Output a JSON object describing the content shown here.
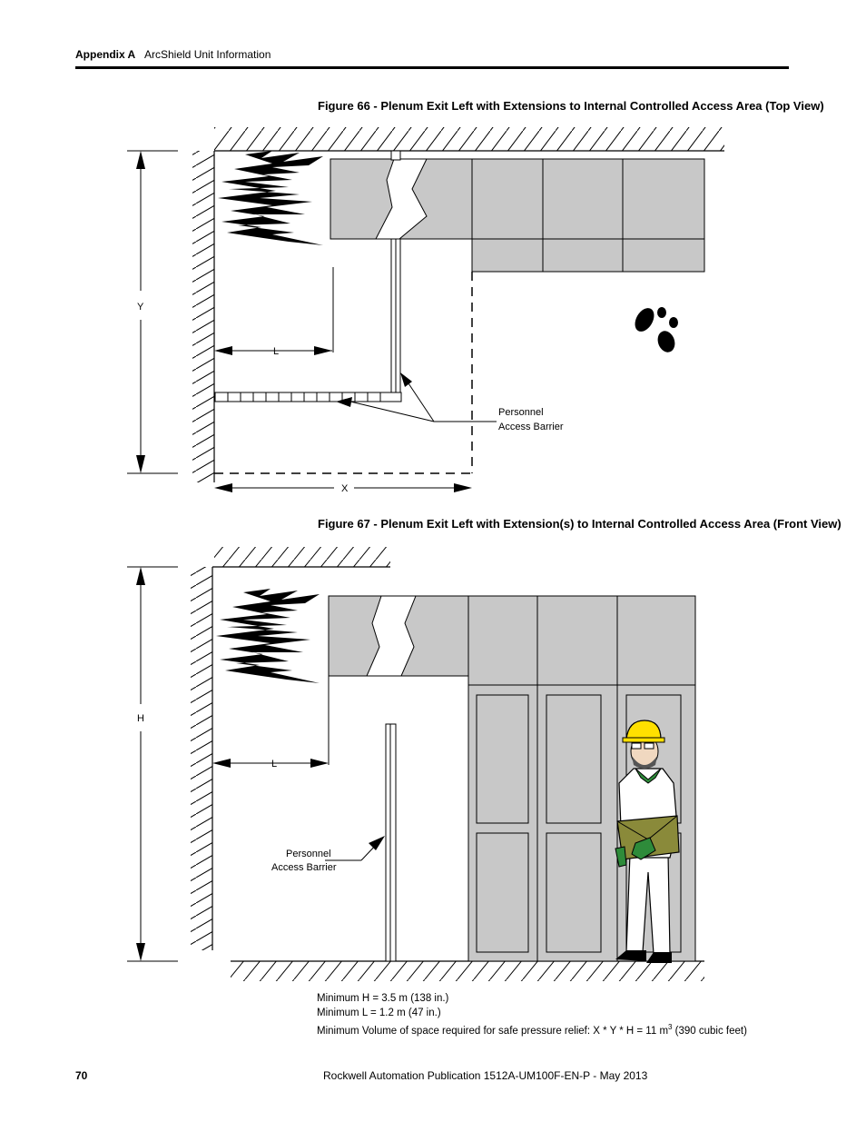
{
  "header": {
    "section": "Appendix A",
    "title": "ArcShield Unit Information"
  },
  "figure66": {
    "caption": "Figure 66 - Plenum Exit Left with Extensions to Internal Controlled Access Area (Top View)",
    "labels": {
      "y": "Y",
      "l": "L",
      "x": "X",
      "barrier_line1": "Personnel",
      "barrier_line2": "Access Barrier"
    }
  },
  "figure67": {
    "caption": "Figure 67 - Plenum Exit Left with Extension(s) to Internal Controlled Access Area (Front View)",
    "labels": {
      "h": "H",
      "l": "L",
      "barrier_line1": "Personnel",
      "barrier_line2": "Access Barrier"
    }
  },
  "notes": {
    "min_h": "Minimum H = 3.5 m (138 in.)",
    "min_l": "Minimum L = 1.2 m (47 in.)",
    "min_volume_prefix": "Minimum Volume of space required for safe pressure relief: X * Y * H = 11 m",
    "min_volume_sup": "3",
    "min_volume_suffix": " (390 cubic feet)"
  },
  "footer": {
    "page_number": "70",
    "publication": "Rockwell Automation Publication 1512A-UM100F-EN-P - May 2013"
  },
  "colors": {
    "cabinet_gray": "#c8c8c8",
    "helmet_yellow": "#ffe000",
    "glove_green": "#2e8b3a",
    "envelope_olive": "#8a8a3a"
  }
}
